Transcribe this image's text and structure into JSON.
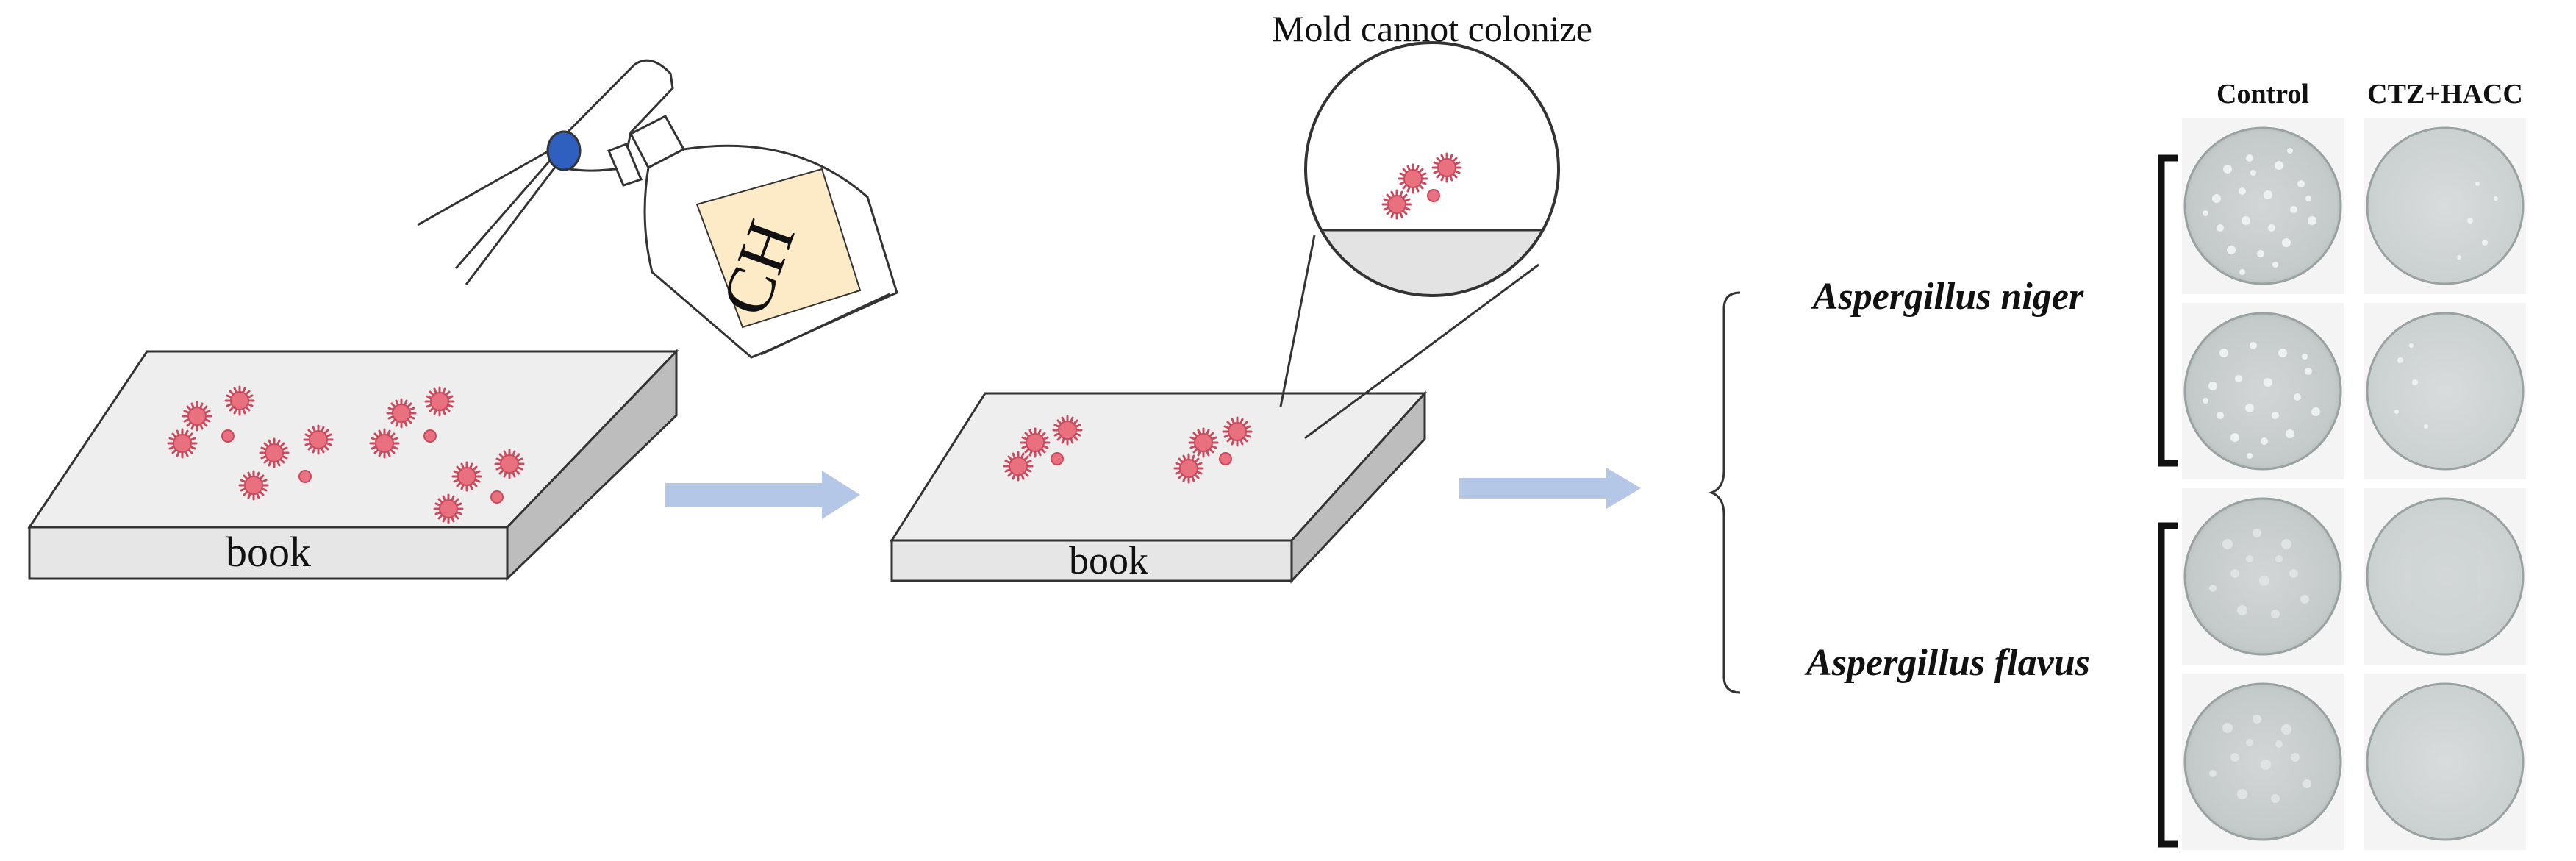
{
  "spray_bottle": {
    "label": "CH"
  },
  "book_left": {
    "label": "book"
  },
  "book_middle": {
    "label": "book"
  },
  "zoom": {
    "caption": "Mold cannot colonize"
  },
  "results": {
    "columns": [
      "Control",
      "CTZ+HACC"
    ],
    "groups": [
      {
        "species": "Aspergillus niger"
      },
      {
        "species": "Aspergillus flavus"
      }
    ]
  },
  "colors": {
    "spore": "#e8707f",
    "spore_dark": "#c94a5c",
    "arrow": "#b4c7e7",
    "nozzle": "#2f5fbf",
    "label_bg": "#fdebc8",
    "book_face": "#eeeeee"
  }
}
